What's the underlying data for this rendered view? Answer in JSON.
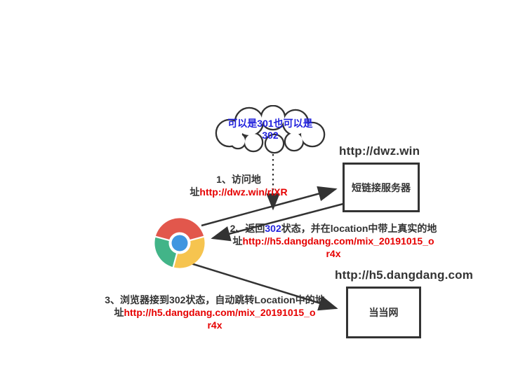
{
  "colors": {
    "ink": "#333333",
    "url_red": "#e60000",
    "status_blue": "#2222dd",
    "chrome_red": "#e2574c",
    "chrome_yellow": "#f6c44f",
    "chrome_green": "#42b488",
    "chrome_blue": "#3f96e0"
  },
  "cloud_callout": {
    "line1": "可以是301也可以是",
    "line2": "302"
  },
  "short_link_server": {
    "title": "http://dwz.win",
    "box_label": "短链接服务器"
  },
  "dangdang": {
    "title": "http://h5.dangdang.com",
    "box_label": "当当网"
  },
  "browser": {
    "icon": "chrome-browser-icon"
  },
  "steps": {
    "step1": {
      "l1": "1、访问地",
      "l2a": "址",
      "l2b": "http://dwz.win/riXR"
    },
    "step2": {
      "l1a": "2、返回",
      "l1b": "302",
      "l1c": "状态，并在location中带上真实的地",
      "l2a": "址",
      "l2b": "http://h5.dangdang.com/mix_20191015_o",
      "l3": "r4x"
    },
    "step3": {
      "l1": "3、浏览器接到302状态，自动跳转Location中的地",
      "l2a": "址",
      "l2b": "http://h5.dangdang.com/mix_20191015_o",
      "l3": "r4x"
    }
  }
}
